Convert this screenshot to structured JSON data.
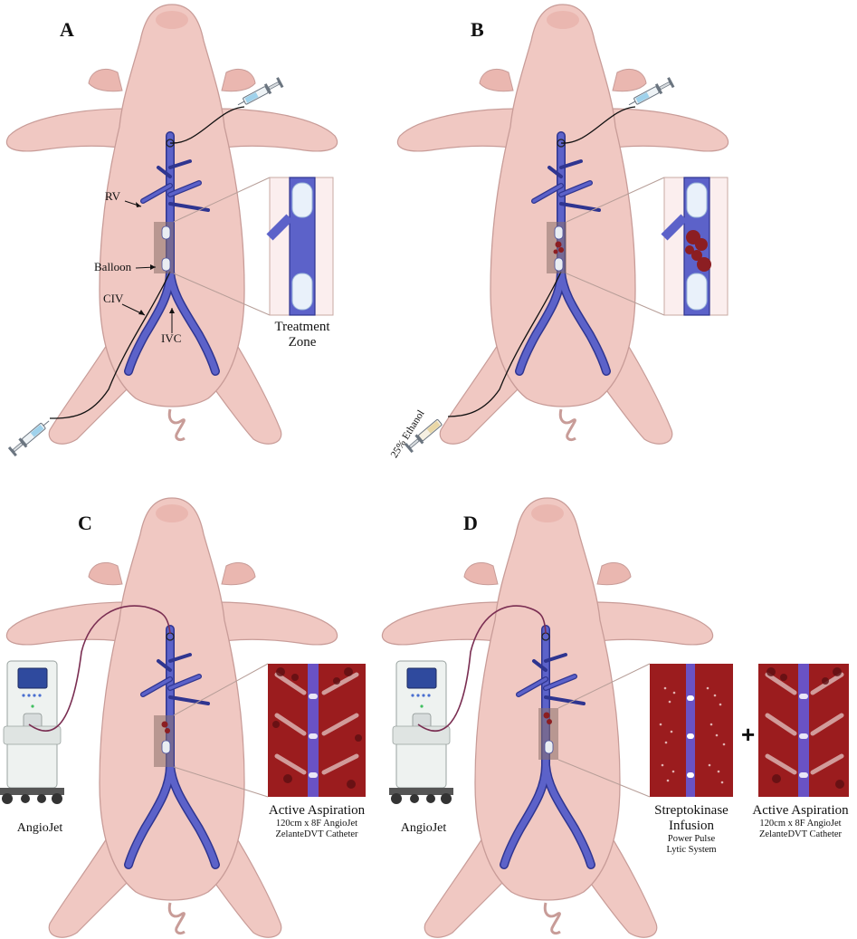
{
  "colors": {
    "skin": "#f0c8c2",
    "skin_edge": "#c89c98",
    "vein": "#5c62c9",
    "vein_edge": "#2f3590",
    "clot": "#8c1e22",
    "zone_box": "#8a6f6a",
    "aspiration_bg": "#9b1c1e",
    "catheter_purple": "#7a2e52"
  },
  "panels": {
    "A": {
      "letter": "A",
      "labels": {
        "rv": "RV",
        "balloon": "Balloon",
        "civ": "CIV",
        "ivc": "IVC"
      },
      "caption": {
        "line1": "Treatment",
        "line2": "Zone"
      }
    },
    "B": {
      "letter": "B",
      "syringe_label": "25% Ethanol"
    },
    "C": {
      "letter": "C",
      "device_label": "AngioJet",
      "caption": {
        "title": "Active Aspiration",
        "line1": "120cm x 8F AngioJet",
        "line2": "ZelanteDVT Catheter"
      }
    },
    "D": {
      "letter": "D",
      "device_label": "AngioJet",
      "infusion": {
        "title1": "Streptokinase",
        "title2": "Infusion",
        "line1": "Power Pulse",
        "line2": "Lytic System"
      },
      "plus": "+",
      "caption": {
        "title": "Active Aspiration",
        "line1": "120cm x 8F AngioJet",
        "line2": "ZelanteDVT Catheter"
      }
    }
  }
}
